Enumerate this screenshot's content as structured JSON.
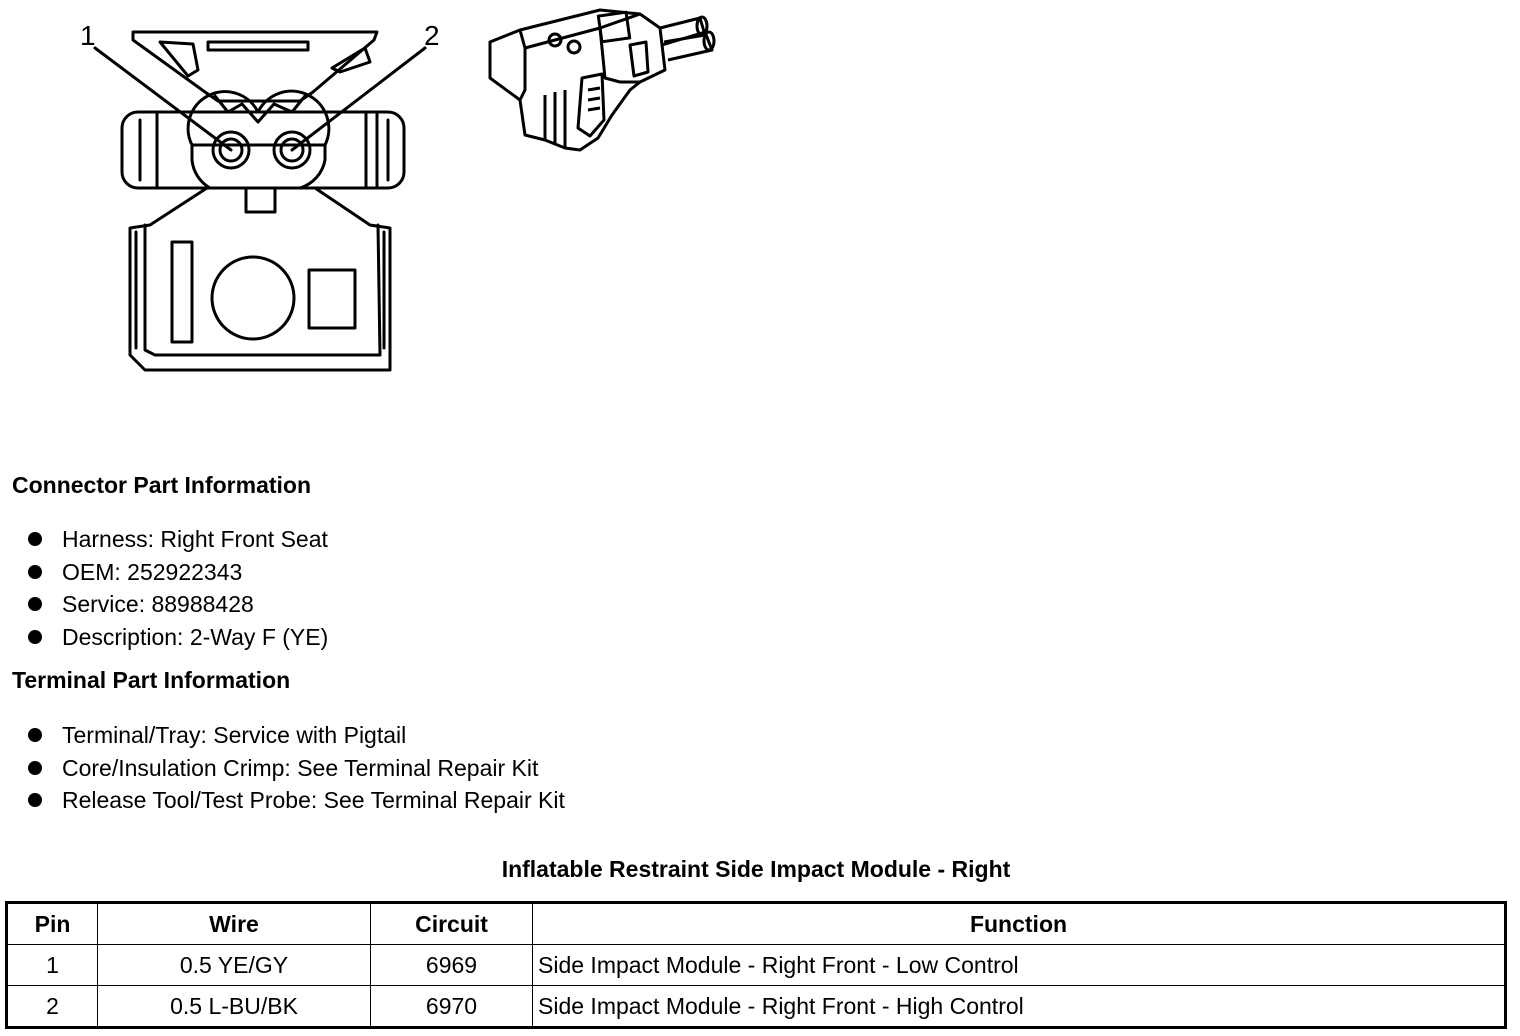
{
  "diagram": {
    "pin_callouts": [
      "1",
      "2"
    ],
    "icon": "connector-face-and-side-view"
  },
  "connector_info": {
    "title": "Connector Part Information",
    "items": [
      "Harness: Right Front Seat",
      "OEM: 252922343",
      "Service: 88988428",
      "Description: 2-Way F (YE)"
    ]
  },
  "terminal_info": {
    "title": "Terminal Part Information",
    "items": [
      "Terminal/Tray: Service with Pigtail",
      "Core/Insulation Crimp: See Terminal Repair Kit",
      "Release Tool/Test Probe: See Terminal Repair Kit"
    ]
  },
  "table": {
    "title": "Inflatable Restraint Side Impact Module - Right",
    "headers": [
      "Pin",
      "Wire",
      "Circuit",
      "Function"
    ],
    "rows": [
      [
        "1",
        "0.5 YE/GY",
        "6969",
        "Side Impact Module - Right Front - Low Control"
      ],
      [
        "2",
        "0.5 L-BU/BK",
        "6970",
        "Side Impact Module - Right Front - High Control"
      ]
    ]
  }
}
